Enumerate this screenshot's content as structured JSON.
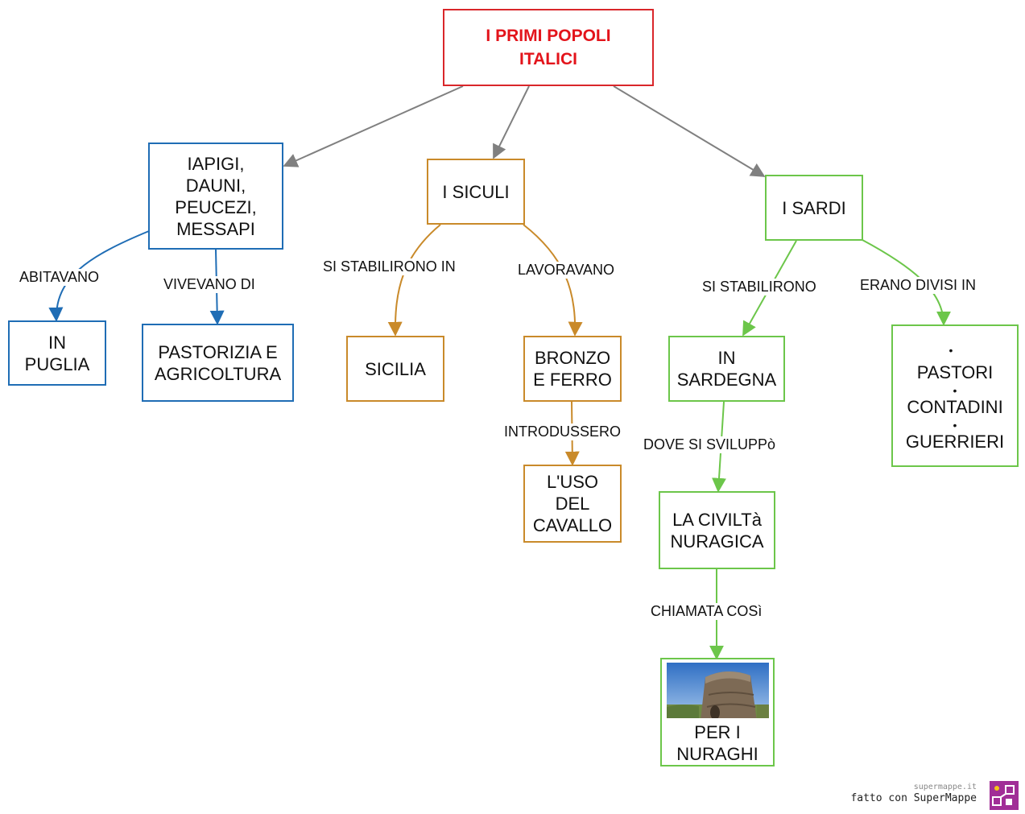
{
  "title": {
    "line1": "I  PRIMI  POPOLI",
    "line2": "ITALICI"
  },
  "nodes": {
    "iapigi": [
      "IAPIGI,",
      "DAUNI,",
      "PEUCEZI,",
      "MESSAPI"
    ],
    "siculi": "I SICULI",
    "sardi": "I SARDI",
    "puglia": [
      "IN",
      "PUGLIA"
    ],
    "pastorizia": [
      "PASTORIZIA E",
      "AGRICOLTURA"
    ],
    "sicilia": "SICILIA",
    "bronzo": [
      "BRONZO",
      "E FERRO"
    ],
    "cavallo": [
      "L'USO",
      "DEL",
      "CAVALLO"
    ],
    "sardegna": [
      "IN",
      "SARDEGNA"
    ],
    "civilta": [
      "LA CIVILTà",
      "NURAGICA"
    ],
    "nuraghi": [
      "PER I",
      "NURAGHI"
    ],
    "divisi_list": [
      "PASTORI",
      "CONTADINI",
      "GUERRIERI"
    ]
  },
  "labels": {
    "abitavano": "ABITAVANO",
    "vivevano_di": "VIVEVANO DI",
    "si_stabilirono_in": "SI STABILIRONO IN",
    "lavoravano": "LAVORAVANO",
    "introdussero": "INTRODUSSERO",
    "si_stabilirono": "SI STABILIRONO",
    "erano_divisi_in": "ERANO DIVISI IN",
    "dove_si_sviluppo": "DOVE SI SVILUPPò",
    "chiamata_cosi": "CHIAMATA COSì"
  },
  "footer": {
    "site": "supermappe.it",
    "brand": "fatto con SuperMappe"
  },
  "colors": {
    "blue": "#1f6db5",
    "orange": "#c98a2a",
    "green": "#6cc64a",
    "red": "#d9262a",
    "gray": "#808080"
  },
  "images": {
    "nuraghe": "nuraghe-photo"
  }
}
